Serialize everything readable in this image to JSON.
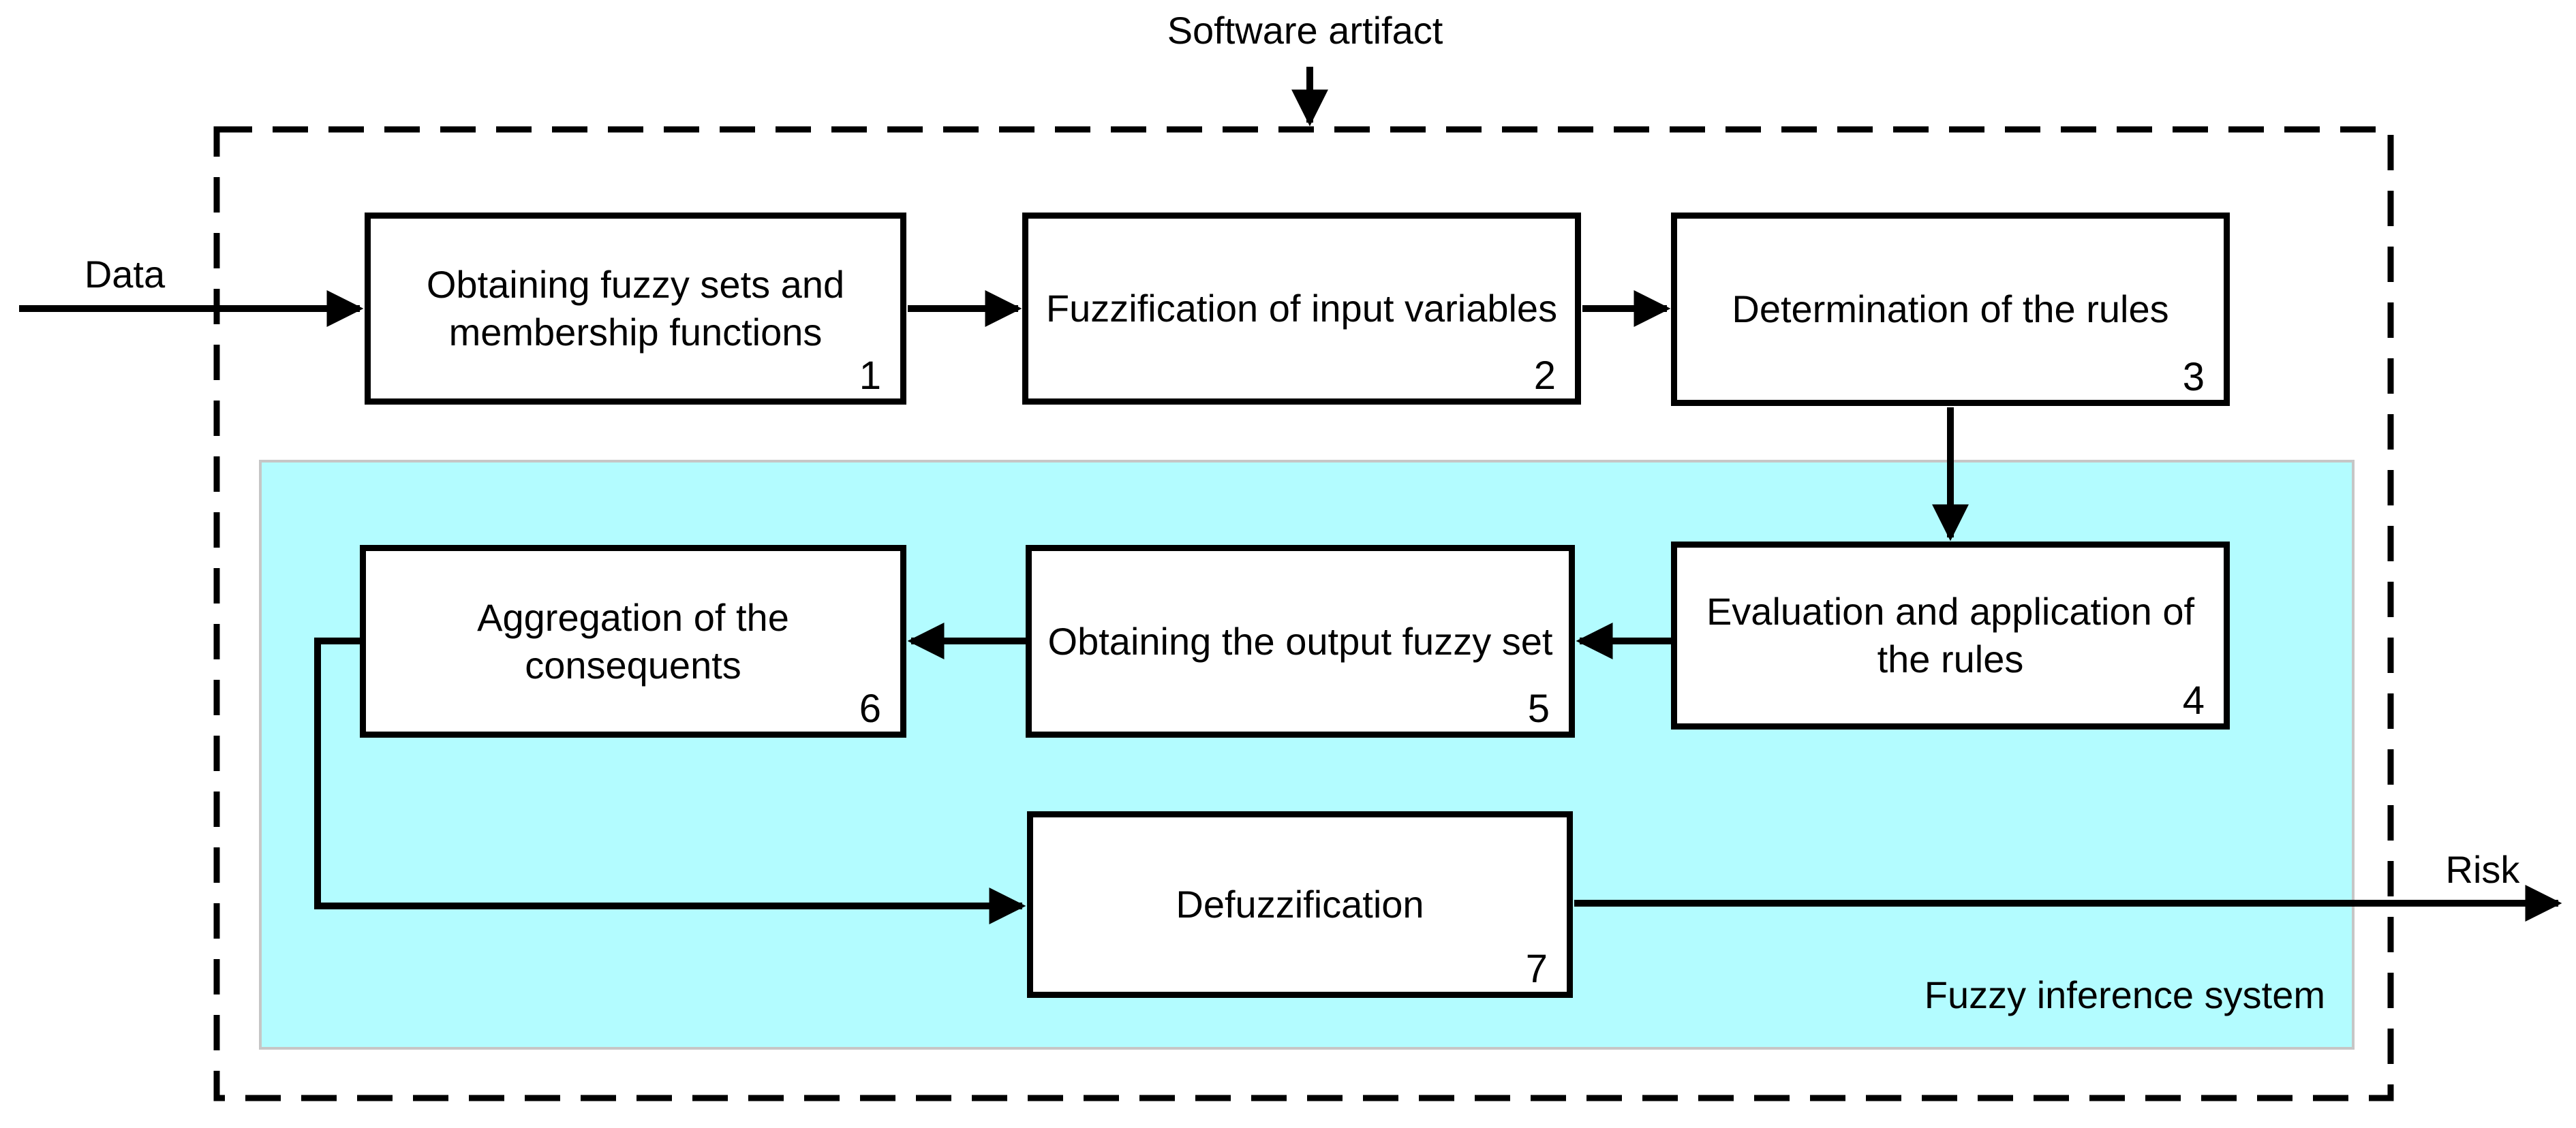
{
  "labels": {
    "software_artifact": "Software artifact",
    "data": "Data",
    "risk": "Risk",
    "fuzzy_inference_system": "Fuzzy inference system"
  },
  "boxes": [
    {
      "label": "Obtaining fuzzy sets and\nmembership functions",
      "number": "1"
    },
    {
      "label": "Fuzzification of input variables",
      "number": "2"
    },
    {
      "label": "Determination of the rules",
      "number": "3"
    },
    {
      "label": "Evaluation and application of\nthe rules",
      "number": "4"
    },
    {
      "label": "Obtaining the output fuzzy set",
      "number": "5"
    },
    {
      "label": "Aggregation of the\nconsequents",
      "number": "6"
    },
    {
      "label": "Defuzzification",
      "number": "7"
    }
  ],
  "colors": {
    "inference_region_fill": "#B3FCFF",
    "inference_region_border": "#C6C6C6",
    "line_color": "#000000",
    "box_fill": "#FFFFFF"
  }
}
